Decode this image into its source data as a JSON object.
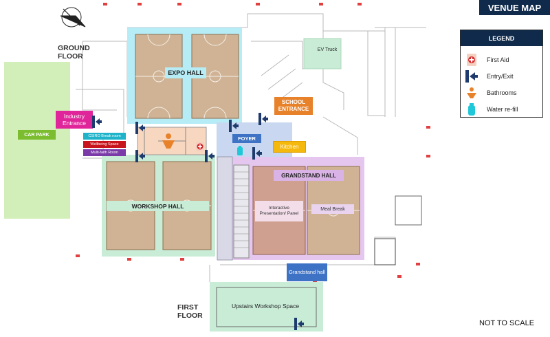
{
  "title": "VENUE MAP",
  "legend": {
    "heading": "LEGEND",
    "items": [
      {
        "label": "First Aid",
        "icon": "first-aid-icon"
      },
      {
        "label": "Entry/Exit",
        "icon": "entry-exit-icon"
      },
      {
        "label": "Bathrooms",
        "icon": "bathroom-icon"
      },
      {
        "label": "Water re-fill",
        "icon": "water-refill-icon"
      }
    ]
  },
  "floors": {
    "ground": "GROUND FLOOR",
    "first": "FIRST FLOOR"
  },
  "areas": {
    "expo_hall": "EXPO HALL",
    "school_entrance": "SCHOOL ENTRANCE",
    "ev_truck": "EV Truck",
    "industry_entrance": "Industry Entrance",
    "car_park": "CAR PARK",
    "csiro_break_room": "CSIRO Break room",
    "wellbeing_space": "Wellbeing Space",
    "multi_faith_room": "Multi-faith Room",
    "foyer": "FOYER",
    "kitchen": "Kitchen",
    "grandstand_hall": "GRANDSTAND HALL",
    "interactive": "Interactive Presentation/ Panel",
    "meal_break": "Meal Break",
    "workshop_hall": "WORKSHOP HALL",
    "grandstand_hall_small": "Grandstand hall",
    "upstairs_workshop": "Upstairs Workshop Space"
  },
  "footer_note": "NOT TO SCALE",
  "colors": {
    "navy": "#0f2a4a",
    "expo": "#b5ecf5",
    "workshop": "#c9ecd7",
    "grandstand": "#e5c6ee",
    "car_park": "#d3efb9",
    "car_park_label": "#7bbd2f",
    "school_entrance": "#e8822a",
    "industry_entrance": "#e0259a",
    "foyer": "#3d72c4",
    "kitchen": "#f5b80d",
    "csiro": "#1fb3c9",
    "wellbeing": "#c8141c",
    "multi_faith": "#7a3aa8",
    "court": "#cfb394",
    "first_aid": "#d7282c",
    "exit": "#1f3b6e",
    "bathroom": "#e8822a",
    "water": "#1ec8d9"
  }
}
